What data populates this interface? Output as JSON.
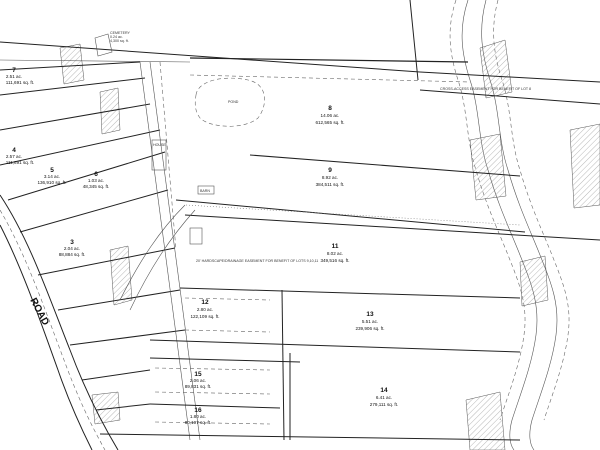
{
  "road_label": "ROAD",
  "cemetery": {
    "title": "CEMETERY",
    "area_ac": "0.24 ac.",
    "area_sf": "4,300 sq. ft."
  },
  "pond_label": "POND",
  "barn_label": "BARN",
  "house_label": "HOUSE",
  "cross_access_note": "CROSS-ACCESS EASEMENT FOR BENEFIT OF LOT 8",
  "drainage_note": "20' HARDSCAPE/DRAINAGE EASEMENT FOR BENEFIT OF LOTS 9,10,11",
  "lots": [
    {
      "num": "7",
      "ac": "2.51 ac.",
      "sf": "111,691 sq. ft."
    },
    {
      "num": "4",
      "ac": "2.57 ac.",
      "sf": "111,691 sq. ft."
    },
    {
      "num": "5",
      "ac": "3.14 ac.",
      "sf": "136,910 sq. ft."
    },
    {
      "num": "6",
      "ac": "1.03 ac.",
      "sf": "48,345 sq. ft."
    },
    {
      "num": "3",
      "ac": "2.04 ac.",
      "sf": "88,884 sq. ft."
    },
    {
      "num": "8",
      "ac": "14.06 ac.",
      "sf": "612,565 sq. ft."
    },
    {
      "num": "9",
      "ac": "8.92 ac.",
      "sf": "384,511 sq. ft."
    },
    {
      "num": "11",
      "ac": "8.02 ac.",
      "sf": "349,516 sq. ft."
    },
    {
      "num": "12",
      "ac": "2.80 ac.",
      "sf": "122,109 sq. ft."
    },
    {
      "num": "13",
      "ac": "5.51 ac.",
      "sf": "239,906 sq. ft."
    },
    {
      "num": "14",
      "ac": "6.41 ac.",
      "sf": "279,111 sq. ft."
    },
    {
      "num": "15",
      "ac": "2.06 ac.",
      "sf": "89,831 sq. ft."
    },
    {
      "num": "16",
      "ac": "1.80 ac.",
      "sf": "80,197 sq. ft."
    }
  ]
}
